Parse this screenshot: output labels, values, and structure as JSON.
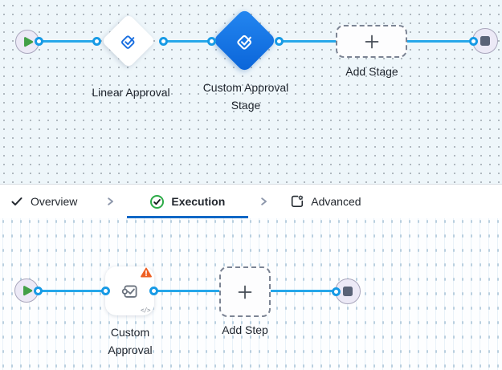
{
  "stage_editor": {
    "stages": {
      "linear": {
        "label": "Linear Approval",
        "icon": "approval-diamond-check-icon"
      },
      "custom": {
        "label": "Custom Approval Stage",
        "icon": "approval-diamond-check-icon",
        "selected": true
      },
      "add": {
        "label": "Add Stage",
        "icon": "plus-icon"
      }
    },
    "start": "start-node",
    "end": "end-node"
  },
  "tab_bar": {
    "tabs": [
      {
        "label": "Overview",
        "icon": "check-icon",
        "active": false
      },
      {
        "label": "Execution",
        "icon": "check-circle-icon",
        "active": true
      },
      {
        "label": "Advanced",
        "icon": "settings-square-icon",
        "active": false
      }
    ],
    "active_tab": "Execution"
  },
  "step_editor": {
    "steps": {
      "custom": {
        "label": "Custom Approval",
        "icon": "stamp-check-icon",
        "has_warning": true,
        "code_badge": "</>"
      },
      "add": {
        "label": "Add Step",
        "icon": "plus-icon"
      }
    },
    "start": "start-node",
    "end": "end-node"
  },
  "colors": {
    "edge_blue": "#26a7ea",
    "selected_stage_blue": "#0d68da",
    "tab_underline_blue": "#1168c6",
    "success_green": "#2cab47",
    "warning_orange": "#ee6024",
    "canvas_top_bg": "#eef6fa",
    "canvas_bottom_bg": "#fdfeff"
  }
}
